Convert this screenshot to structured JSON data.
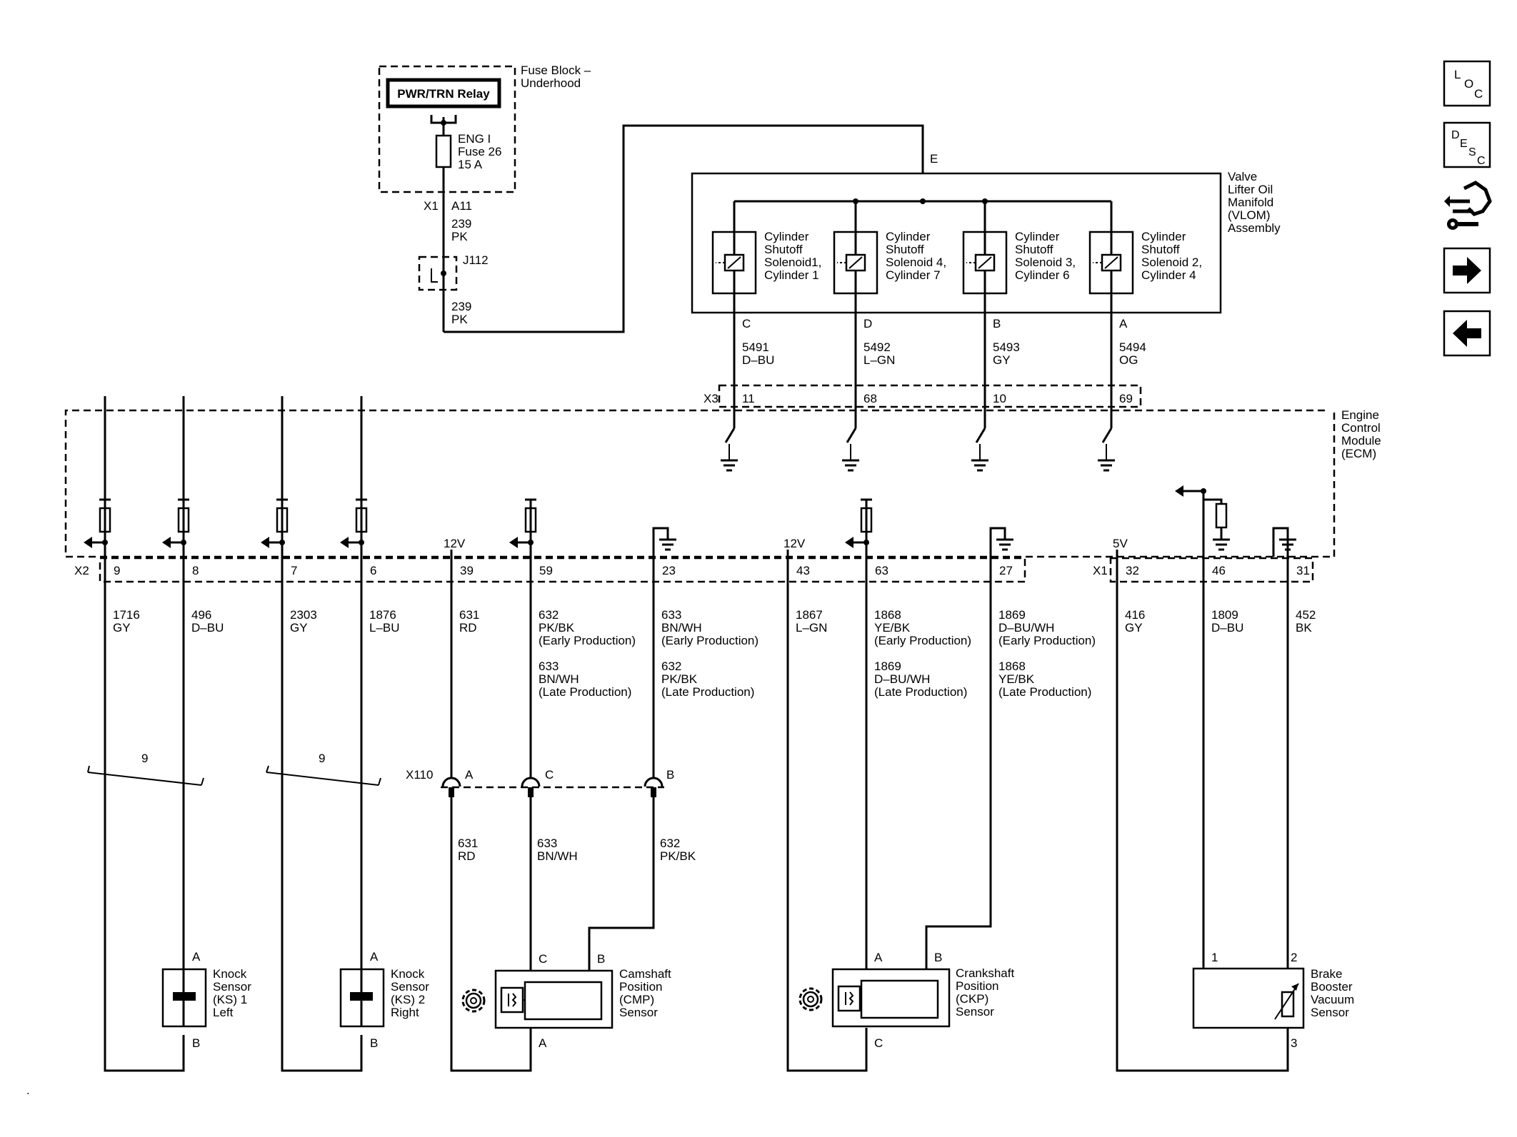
{
  "fuse_block": {
    "title": "Fuse Block –",
    "title2": "Underhood",
    "relay": "PWR/TRN Relay",
    "fuse_l1": "ENG I",
    "fuse_l2": "Fuse 26",
    "fuse_l3": "15 A",
    "conn": "X1",
    "pin": "A11"
  },
  "feed_wire": {
    "circuit": "239",
    "color": "PK",
    "splice": "J112"
  },
  "vlom": {
    "title": [
      "Valve",
      "Lifter Oil",
      "Manifold",
      "(VLOM)",
      "Assembly"
    ],
    "splice": "E",
    "solenoids": [
      {
        "l1": "Cylinder",
        "l2": "Shutoff",
        "l3": "Solenoid1,",
        "l4": "Cylinder 1",
        "pin": "C",
        "circuit": "5491",
        "color": "D–BU",
        "ecm_pin": "11"
      },
      {
        "l1": "Cylinder",
        "l2": "Shutoff",
        "l3": "Solenoid 4,",
        "l4": "Cylinder 7",
        "pin": "D",
        "circuit": "5492",
        "color": "L–GN",
        "ecm_pin": "68"
      },
      {
        "l1": "Cylinder",
        "l2": "Shutoff",
        "l3": "Solenoid 3,",
        "l4": "Cylinder 6",
        "pin": "B",
        "circuit": "5493",
        "color": "GY",
        "ecm_pin": "10"
      },
      {
        "l1": "Cylinder",
        "l2": "Shutoff",
        "l3": "Solenoid 2,",
        "l4": "Cylinder 4",
        "pin": "A",
        "circuit": "5494",
        "color": "OG",
        "ecm_pin": "69"
      }
    ],
    "ecm_conn": "X3"
  },
  "ecm": {
    "title": [
      "Engine",
      "Control",
      "Module",
      "(ECM)"
    ],
    "conn_x2": "X2",
    "conn_x1": "X1",
    "v12": "12V",
    "v5": "5V"
  },
  "ecm_pins": [
    "9",
    "8",
    "7",
    "6",
    "39",
    "59",
    "23",
    "43",
    "63",
    "27",
    "32",
    "46",
    "31"
  ],
  "wires": [
    {
      "circuit": "1716",
      "color": "GY"
    },
    {
      "circuit": "496",
      "color": "D–BU"
    },
    {
      "circuit": "2303",
      "color": "GY"
    },
    {
      "circuit": "1876",
      "color": "L–BU"
    },
    {
      "circuit": "631",
      "color": "RD"
    },
    {
      "circuit": "632",
      "color": "PK/BK",
      "note": "(Early Production)",
      "circuit2": "633",
      "color2": "BN/WH",
      "note2": "(Late Production)"
    },
    {
      "circuit": "633",
      "color": "BN/WH",
      "note": "(Early Production)",
      "circuit2": "632",
      "color2": "PK/BK",
      "note2": "(Late Production)"
    },
    {
      "circuit": "1867",
      "color": "L–GN"
    },
    {
      "circuit": "1868",
      "color": "YE/BK",
      "note": "(Early Production)",
      "circuit2": "1869",
      "color2": "D–BU/WH",
      "note2": "(Late Production)"
    },
    {
      "circuit": "1869",
      "color": "D–BU/WH",
      "note": "(Early Production)",
      "circuit2": "1868",
      "color2": "YE/BK",
      "note2": "(Late Production)"
    },
    {
      "circuit": "416",
      "color": "GY"
    },
    {
      "circuit": "1809",
      "color": "D–BU"
    },
    {
      "circuit": "452",
      "color": "BK"
    }
  ],
  "shield_count": "9",
  "x110": {
    "conn": "X110",
    "pins": [
      "A",
      "C",
      "B"
    ],
    "lower": [
      {
        "circuit": "631",
        "color": "RD"
      },
      {
        "circuit": "633",
        "color": "BN/WH"
      },
      {
        "circuit": "632",
        "color": "PK/BK"
      }
    ]
  },
  "ks1": {
    "lines": [
      "Knock",
      "Sensor",
      "(KS) 1",
      "Left"
    ],
    "pin_top": "A",
    "pin_bot": "B"
  },
  "ks2": {
    "lines": [
      "Knock",
      "Sensor",
      "(KS) 2",
      "Right"
    ],
    "pin_top": "A",
    "pin_bot": "B"
  },
  "cmp": {
    "lines": [
      "Camshaft",
      "Position",
      "(CMP)",
      "Sensor"
    ],
    "pins": [
      "C",
      "B",
      "A"
    ]
  },
  "ckp": {
    "lines": [
      "Crankshaft",
      "Position",
      "(CKP)",
      "Sensor"
    ],
    "pins": [
      "A",
      "B",
      "C"
    ]
  },
  "bbv": {
    "lines": [
      "Brake",
      "Booster",
      "Vacuum",
      "Sensor"
    ],
    "pins": [
      "1",
      "2",
      "3"
    ]
  },
  "nav": {
    "loc": [
      "L",
      "O",
      "C"
    ],
    "desc": [
      "D",
      "E",
      "S",
      "C"
    ]
  },
  "dot": "."
}
